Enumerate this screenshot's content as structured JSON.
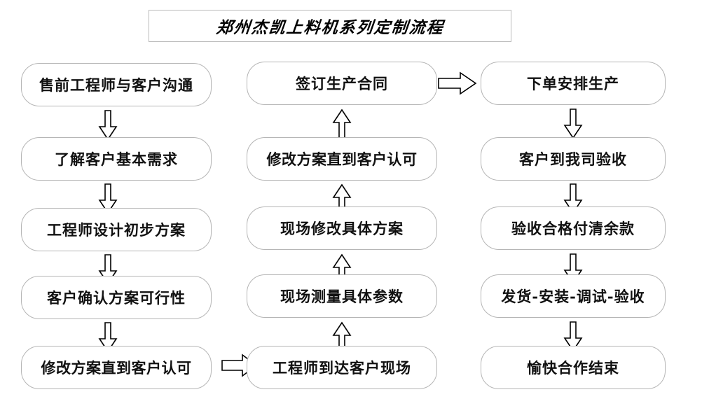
{
  "title": {
    "text": "郑州杰凯上料机系列定制流程"
  },
  "theme": {
    "background": "#ffffff",
    "node_border": "#b5b5b5",
    "node_fill": "#ffffff",
    "text_color": "#111111",
    "arrow_stroke": "#000000",
    "arrow_fill": "#ffffff",
    "title_border": "#b9b9b9"
  },
  "flow": {
    "columns": [
      {
        "id": "column-left",
        "direction": "down",
        "nodes": [
          {
            "id": "node-1",
            "label": "售前工程师与客户沟通"
          },
          {
            "id": "node-2",
            "label": "了解客户基本需求"
          },
          {
            "id": "node-3",
            "label": "工程师设计初步方案"
          },
          {
            "id": "node-4",
            "label": "客户确认方案可行性"
          },
          {
            "id": "node-5",
            "label": "修改方案直到客户认可"
          }
        ]
      },
      {
        "id": "column-middle",
        "direction": "up",
        "nodes": [
          {
            "id": "node-10",
            "label": "签订生产合同"
          },
          {
            "id": "node-9",
            "label": "修改方案直到客户认可"
          },
          {
            "id": "node-8",
            "label": "现场修改具体方案"
          },
          {
            "id": "node-7",
            "label": "现场测量具体参数"
          },
          {
            "id": "node-6",
            "label": "工程师到达客户现场"
          }
        ]
      },
      {
        "id": "column-right",
        "direction": "down",
        "nodes": [
          {
            "id": "node-11",
            "label": "下单安排生产"
          },
          {
            "id": "node-12",
            "label": "客户到我司验收"
          },
          {
            "id": "node-13",
            "label": "验收合格付清余款"
          },
          {
            "id": "node-14",
            "label": "发货-安装-调试-验收"
          },
          {
            "id": "node-15",
            "label": "愉快合作结束"
          }
        ]
      }
    ],
    "connectors": [
      {
        "id": "arrow-left-1-2",
        "type": "down-arrow",
        "from": "node-1",
        "to": "node-2"
      },
      {
        "id": "arrow-left-2-3",
        "type": "down-arrow",
        "from": "node-2",
        "to": "node-3"
      },
      {
        "id": "arrow-left-3-4",
        "type": "down-arrow",
        "from": "node-3",
        "to": "node-4"
      },
      {
        "id": "arrow-left-4-5",
        "type": "down-arrow",
        "from": "node-4",
        "to": "node-5"
      },
      {
        "id": "arrow-left-to-middle",
        "type": "right-arrow",
        "from": "node-5",
        "to": "node-6"
      },
      {
        "id": "arrow-mid-6-7",
        "type": "up-arrow",
        "from": "node-6",
        "to": "node-7"
      },
      {
        "id": "arrow-mid-7-8",
        "type": "up-arrow",
        "from": "node-7",
        "to": "node-8"
      },
      {
        "id": "arrow-mid-8-9",
        "type": "up-arrow",
        "from": "node-8",
        "to": "node-9"
      },
      {
        "id": "arrow-mid-9-10",
        "type": "up-arrow",
        "from": "node-9",
        "to": "node-10"
      },
      {
        "id": "arrow-middle-to-right",
        "type": "right-arrow",
        "from": "node-10",
        "to": "node-11"
      },
      {
        "id": "arrow-right-11-12",
        "type": "down-arrow",
        "from": "node-11",
        "to": "node-12"
      },
      {
        "id": "arrow-right-12-13",
        "type": "down-arrow",
        "from": "node-12",
        "to": "node-13"
      },
      {
        "id": "arrow-right-13-14",
        "type": "down-arrow",
        "from": "node-13",
        "to": "node-14"
      },
      {
        "id": "arrow-right-14-15",
        "type": "down-arrow",
        "from": "node-14",
        "to": "node-15"
      }
    ]
  }
}
